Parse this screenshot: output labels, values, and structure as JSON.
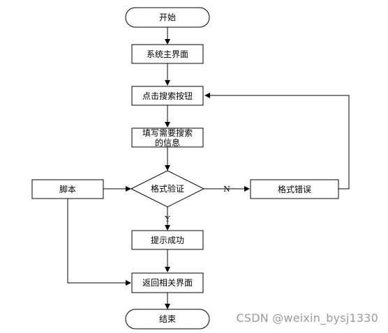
{
  "nodes": {
    "start": "开始",
    "main_interface": "系统主界面",
    "click_search": "点击搜索按钮",
    "fill_info_line1": "填写需要搜索",
    "fill_info_line2": "的信息",
    "format_check": "格式验证",
    "script": "脚本",
    "format_error": "格式错误",
    "success": "提示成功",
    "return_page": "返回相关界面",
    "end": "结束"
  },
  "edges": {
    "no_label": "N",
    "yes_label": "Y"
  },
  "watermark": "CSDN @weixin_bysj1330"
}
